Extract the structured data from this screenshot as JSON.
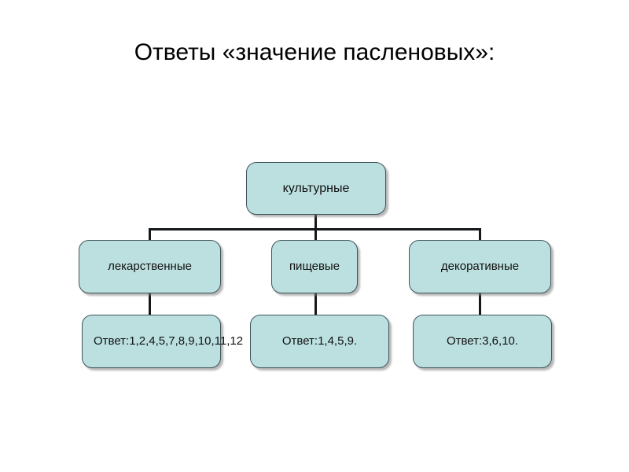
{
  "slide": {
    "title": "Ответы «значение пасленовых»:",
    "background_color": "#ffffff"
  },
  "theme": {
    "node_fill": "#bce0e0",
    "node_border": "#3f545c",
    "connector_color": "#15181a",
    "text_color": "#111111",
    "shadow_color": "#7d7d7d"
  },
  "diagram": {
    "type": "tree",
    "root": {
      "id": "root",
      "label": "культурные"
    },
    "branches": [
      {
        "id": "medicinal",
        "label": "лекарственные",
        "answer": {
          "id": "answer-medicinal",
          "label": "Ответ:1,2,4,5,7,8,9,10,11,12",
          "values": [
            1,
            2,
            4,
            5,
            7,
            8,
            9,
            10,
            11,
            12
          ]
        }
      },
      {
        "id": "food",
        "label": "пищевые",
        "answer": {
          "id": "answer-food",
          "label": "Ответ:1,4,5,9.",
          "values": [
            1,
            4,
            5,
            9
          ]
        }
      },
      {
        "id": "ornamental",
        "label": "декоративные",
        "answer": {
          "id": "answer-ornamental",
          "label": "Ответ:3,6,10.",
          "values": [
            3,
            6,
            10
          ]
        }
      }
    ]
  }
}
